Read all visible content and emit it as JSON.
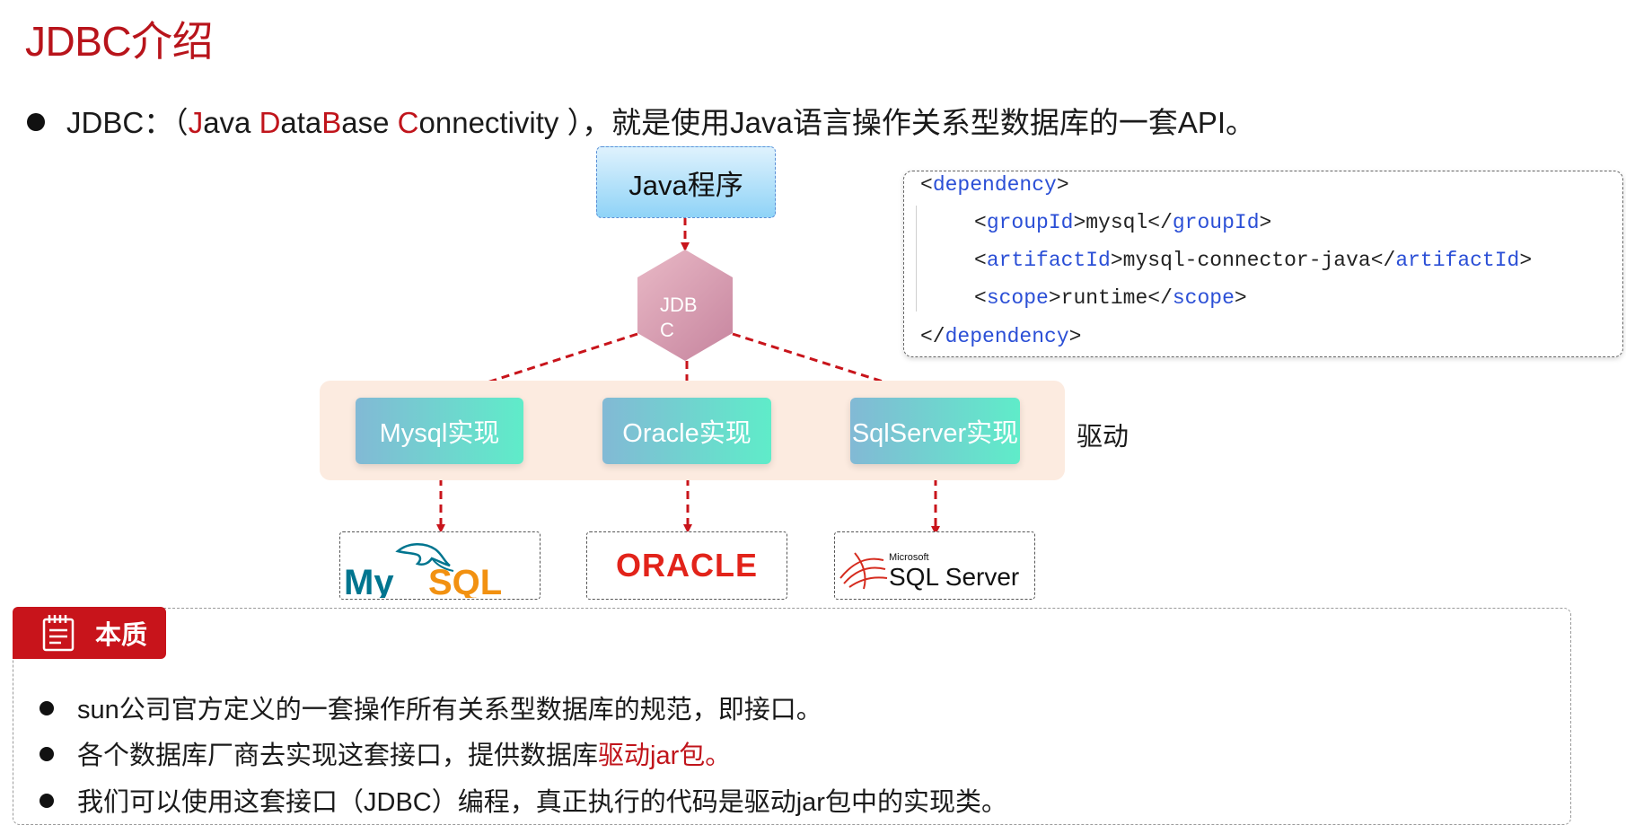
{
  "title": "JDBC介绍",
  "intro": {
    "p1": "JDBC：（",
    "j": "J",
    "ava": "ava ",
    "d": "D",
    "ata": "ata",
    "b": "B",
    "ase": "ase ",
    "c": "C",
    "onn": "onnectivity ）",
    "rest": "，就是使用Java语言操作关系型数据库的一套API。"
  },
  "diagram": {
    "java_program": "Java程序",
    "jdbc_line1": "JDB",
    "jdbc_line2": "C",
    "implementations": [
      "Mysql实现",
      "Oracle实现",
      "SqlServer实现"
    ],
    "driver_label": "驱动",
    "logos": [
      {
        "name": "mysql",
        "text_my": "My",
        "text_sql": "SQL",
        "colors": {
          "blue": "#00758f",
          "orange": "#f29111"
        }
      },
      {
        "name": "oracle",
        "text": "ORACLE",
        "color": "#e2231a"
      },
      {
        "name": "sqlserver",
        "small": "Microsoft",
        "text": "SQL Server",
        "color": "#d52b1e"
      }
    ]
  },
  "code": {
    "l1": {
      "lt": "<",
      "tag": "dependency",
      "gt": ">"
    },
    "l2": {
      "lt": "<",
      "tag": "groupId",
      "gt": ">",
      "val": "mysql",
      "lt2": "</",
      "tag2": "groupId",
      "gt2": ">"
    },
    "l3": {
      "lt": "<",
      "tag": "artifactId",
      "gt": ">",
      "val": "mysql-connector-java",
      "lt2": "</",
      "tag2": "artifactId",
      "gt2": ">"
    },
    "l4": {
      "lt": "<",
      "tag": "scope",
      "gt": ">",
      "val": "runtime",
      "lt2": "</",
      "tag2": "scope",
      "gt2": ">"
    },
    "l5": {
      "lt": "</",
      "tag": "dependency",
      "gt": ">"
    }
  },
  "essence": {
    "header": "本质",
    "b1": "sun公司官方定义的一套操作所有关系型数据库的规范，即接口。",
    "b2_pre": "各个数据库厂商去实现这套接口，提供数据库",
    "b2_red": "驱动jar包。",
    "b3": "我们可以使用这套接口（JDBC）编程，真正执行的代码是驱动jar包中的实现类。"
  },
  "colors": {
    "accent_red": "#c0141b",
    "tag_blue": "#2b4fd6",
    "arrow_red": "#c8141b"
  }
}
